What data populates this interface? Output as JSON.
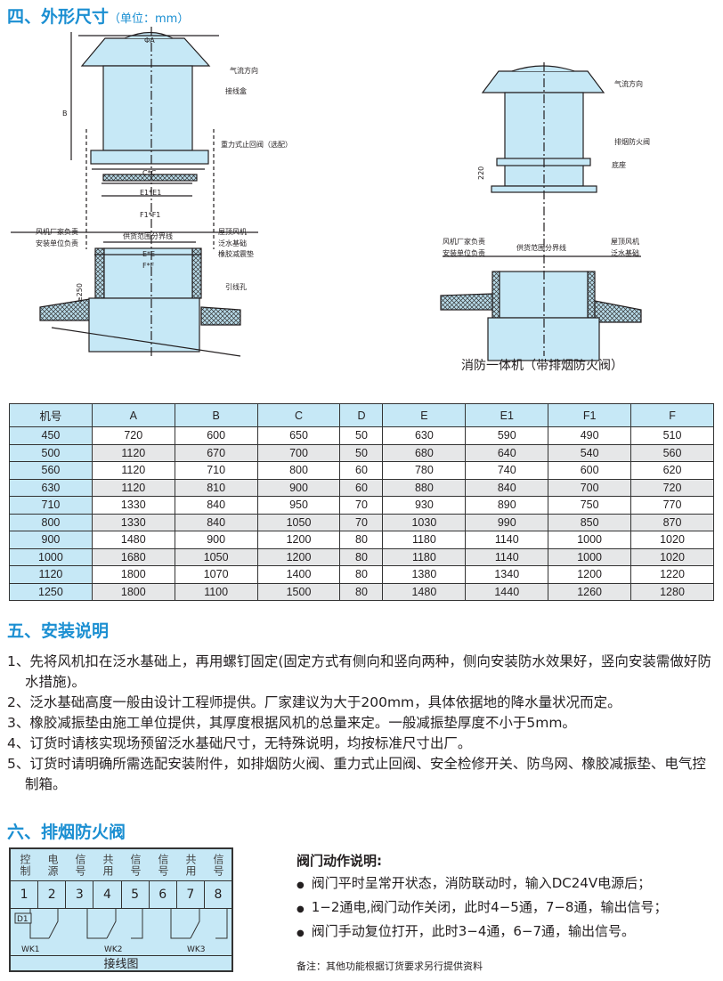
{
  "section4": {
    "title": "四、外形尺寸",
    "unit": "（单位：mm）"
  },
  "diagram_left": {
    "phiA": "ΦA",
    "B": "B",
    "cc": "C*C",
    "e1": "E1*E1",
    "f1": "F1*F1",
    "ee": "E*E",
    "ff": "F*F",
    "h250": "≥250",
    "airflow": "气流方向",
    "junction": "接线盒",
    "valve": "重力式止回阀（选配）",
    "mfr1": "风机厂家负责",
    "mfr2": "安装单位负责",
    "boundary": "供货范围分界线",
    "roof1": "屋顶风机",
    "roof2": "泛水基础",
    "rubber": "橡胶减震垫",
    "hole": "引线孔"
  },
  "diagram_right": {
    "airflow": "气流方向",
    "damper": "排烟防火阀",
    "base": "底座",
    "h220": "220",
    "mfr1": "风机厂家负责",
    "mfr2": "安装单位负责",
    "boundary": "供货范围分界线",
    "roof1": "屋顶风机",
    "roof2": "泛水基础",
    "caption": "消防一体机（带排烟防火阀）"
  },
  "table": {
    "headers": [
      "机号",
      "A",
      "B",
      "C",
      "D",
      "E",
      "E1",
      "F1",
      "F"
    ],
    "rows": [
      [
        "450",
        "720",
        "600",
        "650",
        "50",
        "630",
        "590",
        "490",
        "510"
      ],
      [
        "500",
        "1120",
        "670",
        "700",
        "50",
        "680",
        "640",
        "540",
        "560"
      ],
      [
        "560",
        "1120",
        "710",
        "800",
        "60",
        "780",
        "740",
        "600",
        "620"
      ],
      [
        "630",
        "1120",
        "810",
        "900",
        "60",
        "880",
        "840",
        "700",
        "720"
      ],
      [
        "710",
        "1330",
        "840",
        "950",
        "70",
        "930",
        "890",
        "750",
        "770"
      ],
      [
        "800",
        "1330",
        "840",
        "1050",
        "70",
        "1030",
        "990",
        "850",
        "870"
      ],
      [
        "900",
        "1480",
        "900",
        "1200",
        "80",
        "1180",
        "1140",
        "1000",
        "1020"
      ],
      [
        "1000",
        "1680",
        "1050",
        "1200",
        "80",
        "1180",
        "1140",
        "1000",
        "1020"
      ],
      [
        "1120",
        "1800",
        "1070",
        "1400",
        "80",
        "1380",
        "1340",
        "1200",
        "1220"
      ],
      [
        "1250",
        "1800",
        "1100",
        "1500",
        "80",
        "1480",
        "1440",
        "1260",
        "1280"
      ]
    ]
  },
  "section5": {
    "title": "五、安装说明",
    "items": [
      "1、先将风机扣在泛水基础上，再用螺钉固定(固定方式有侧向和竖向两种，侧向安装防水效果好，竖向安装需做好防水措施)。",
      "2、泛水基础高度一般由设计工程师提供。厂家建议为大于200mm，具体依据地的降水量状况而定。",
      "3、橡胶减振垫由施工单位提供，其厚度根据风机的总量来定。一般减振垫厚度不小于5mm。",
      "4、订货时请核实现场预留泛水基础尺寸，无特殊说明，均按标准尺寸出厂。",
      "5、订货时请明确所需选配安装附件，如排烟防火阀、重力式止回阀、安全检修开关、防鸟网、橡胶减振垫、电气控制箱。"
    ]
  },
  "section6": {
    "title": "六、排烟防火阀",
    "wiring": {
      "labels": [
        "控制",
        "电源",
        "信号",
        "共用",
        "信号",
        "信号",
        "共用",
        "信号"
      ],
      "terminals": [
        "1",
        "2",
        "3",
        "4",
        "5",
        "6",
        "7",
        "8"
      ],
      "d1": "D1",
      "switches": [
        "WK1",
        "WK2",
        "WK3"
      ],
      "caption": "接线图"
    },
    "valve": {
      "title": "阀门动作说明:",
      "items": [
        "阀门平时呈常开状态，消防联动时，输入DC24V电源后；",
        "1−2通电,阀门动作关闭，此时4−5通，7−8通，输出信号；",
        "阀门手动复位打开，此时3−4通，6−7通，输出信号。"
      ],
      "note": "备注：其他功能根据订货要求另行提供资料"
    }
  }
}
